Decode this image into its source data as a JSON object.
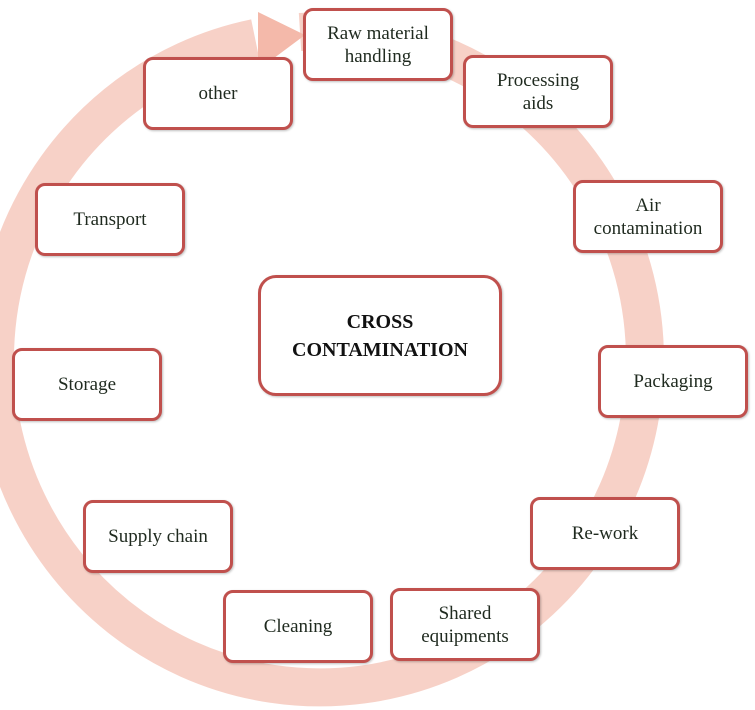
{
  "center": {
    "label": "CROSS CONTAMINATION"
  },
  "nodes": [
    {
      "label": "Raw material handling"
    },
    {
      "label": "Processing aids"
    },
    {
      "label": "Air contamination"
    },
    {
      "label": "Packaging"
    },
    {
      "label": "Re-work"
    },
    {
      "label": "Shared equipments"
    },
    {
      "label": "Cleaning"
    },
    {
      "label": "Supply chain"
    },
    {
      "label": "Storage"
    },
    {
      "label": "Transport"
    },
    {
      "label": "other"
    }
  ],
  "colors": {
    "border": "#c0504d",
    "ring": "#f6c9bd"
  }
}
